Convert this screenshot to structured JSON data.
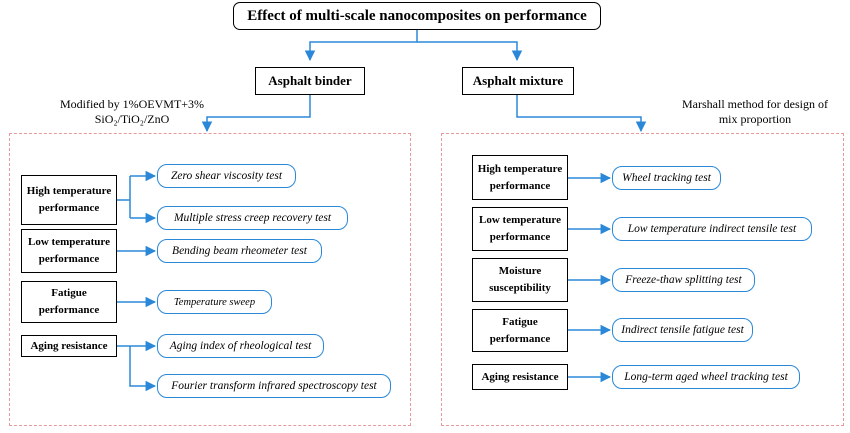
{
  "title": "Effect of multi-scale nanocomposites on performance",
  "binder": {
    "heading": "Asphalt binder",
    "note_line1": "Modified by 1%OEVMT+3%",
    "note_line2": "SiO₂/TiO₂/ZnO",
    "categories": [
      {
        "label": "High temperature performance"
      },
      {
        "label": "Low temperature performance"
      },
      {
        "label": "Fatigue performance"
      },
      {
        "label": "Aging resistance"
      }
    ],
    "tests": [
      "Zero shear viscosity test",
      "Multiple stress creep recovery test",
      "Bending beam rheometer test",
      "Temperature sweep",
      "Aging index of rheological test",
      "Fourier transform infrared spectroscopy test"
    ]
  },
  "mixture": {
    "heading": "Asphalt mixture",
    "note_line1": "Marshall method for design of",
    "note_line2": "mix proportion",
    "categories": [
      {
        "label": "High temperature performance"
      },
      {
        "label": "Low temperature performance"
      },
      {
        "label": "Moisture susceptibility"
      },
      {
        "label": "Fatigue performance"
      },
      {
        "label": "Aging resistance"
      }
    ],
    "tests": [
      "Wheel tracking test",
      "Low temperature indirect tensile test",
      "Freeze-thaw splitting test",
      "Indirect tensile fatigue test",
      "Long-term aged wheel tracking test"
    ]
  },
  "colors": {
    "arrow": "#2b88d8",
    "group_border": "#e89a9a",
    "box_border": "#000000"
  }
}
